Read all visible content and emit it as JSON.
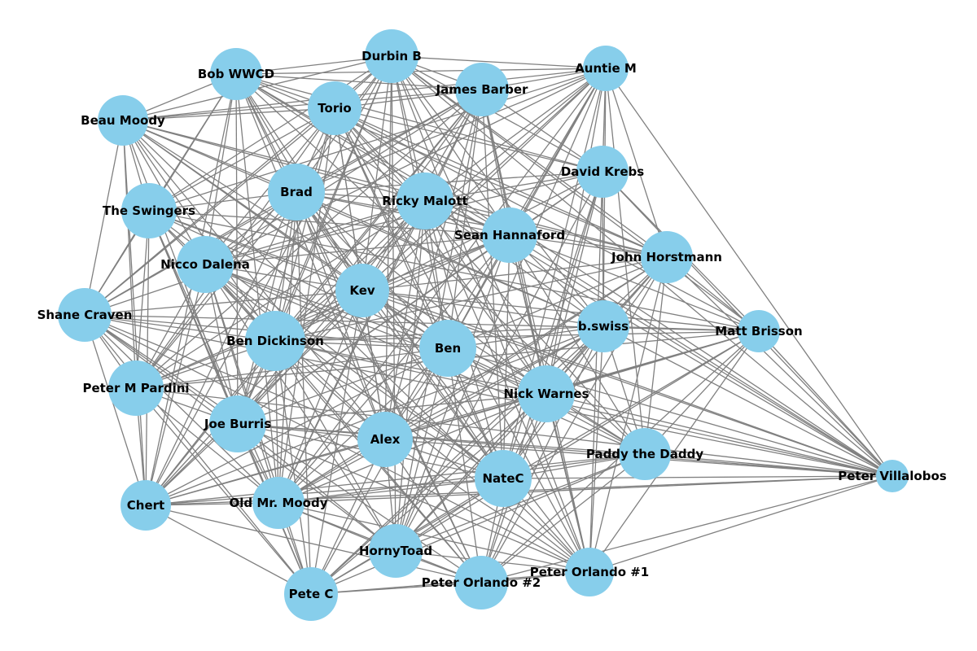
{
  "colors": {
    "node": "#87CEEB",
    "edge": "#808080",
    "label": "#000000",
    "background": "#ffffff"
  },
  "nodes": [
    "Durbin B",
    "Auntie M",
    "Bob WWCD",
    "James Barber",
    "Torio",
    "Beau Moody",
    "David Krebs",
    "Brad",
    "Ricky Malott",
    "The Swingers",
    "Sean Hannaford",
    "John Horstmann",
    "Nicco Dalena",
    "Kev",
    "Shane Craven",
    "b.swiss",
    "Matt Brisson",
    "Ben Dickinson",
    "Ben",
    "Peter M Pardini",
    "Nick Warnes",
    "Joe Burris",
    "Alex",
    "Paddy the Daddy",
    "NateC",
    "Peter Villalobos",
    "Chert",
    "Old Mr. Moody",
    "HornyToad",
    "Peter Orlando #1",
    "Peter Orlando #2",
    "Pete C"
  ]
}
